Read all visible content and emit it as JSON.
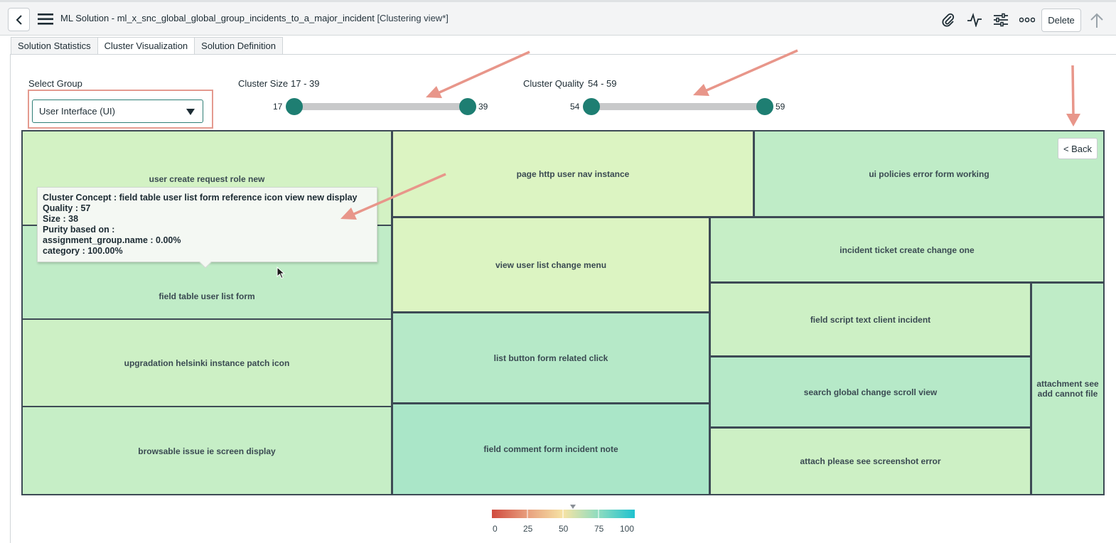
{
  "header": {
    "title_main": "ML Solution - ml_x_snc_global_global_group_incidents_to_a_major_incident",
    "title_view": "[Clustering view*]",
    "delete_label": "Delete",
    "icons": [
      "back-icon",
      "menu-icon",
      "attachment-icon",
      "activity-icon",
      "sliders-icon",
      "more-icon",
      "up-arrow-icon"
    ]
  },
  "tabs": [
    {
      "label": "Solution Statistics",
      "active": false
    },
    {
      "label": "Cluster Visualization",
      "active": true
    },
    {
      "label": "Solution Definition",
      "active": false
    }
  ],
  "controls": {
    "select_group_label": "Select Group",
    "select_group_value": "User Interface (UI)",
    "cluster_size_label": "Cluster Size",
    "cluster_size_range": "17 - 39",
    "cluster_size_min": "17",
    "cluster_size_max": "39",
    "cluster_quality_label": "Cluster Quality",
    "cluster_quality_range": "54 - 59",
    "cluster_quality_min": "54",
    "cluster_quality_max": "59"
  },
  "back_label": "< Back",
  "clusters": [
    {
      "label": "user create request role new",
      "color": "#d3f2c4"
    },
    {
      "label": "field table user list form",
      "color": "#c0ecc7"
    },
    {
      "label": "upgradation helsinki instance patch icon",
      "color": "#cdf0c5"
    },
    {
      "label": "browsable issue ie screen display",
      "color": "#c6eec6"
    },
    {
      "label": "page http user nav instance",
      "color": "#dcf4c2"
    },
    {
      "label": "view user list change menu",
      "color": "#dcf4c2"
    },
    {
      "label": "list button form related click",
      "color": "#b6e9c8"
    },
    {
      "label": "field comment form incident note",
      "color": "#aae6c8"
    },
    {
      "label": "ui policies error form working",
      "color": "#bfecc7"
    },
    {
      "label": "incident ticket create change one",
      "color": "#c6eec6"
    },
    {
      "label": "field script text client incident",
      "color": "#cdf0c5"
    },
    {
      "label": "search global change scroll view",
      "color": "#b6e9c8"
    },
    {
      "label": "attach please see screenshot error",
      "color": "#cdf0c5"
    },
    {
      "label": "attachment see add cannot file",
      "color": "#bfecc7"
    }
  ],
  "tooltip": {
    "concept": "Cluster Concept : field table user list form reference icon view new display",
    "quality": "Quality : 57",
    "size": "Size : 38",
    "purity_heading": "Purity based on :",
    "purity_assignment": "assignment_group.name : 0.00%",
    "purity_category": "category : 100.00%"
  },
  "legend": {
    "ticks": [
      "0",
      "25",
      "50",
      "75",
      "100"
    ],
    "colors": [
      "#d04b3f",
      "#e8a07e",
      "#f6e3a4",
      "#8cdcc0",
      "#1fc2cf"
    ]
  }
}
